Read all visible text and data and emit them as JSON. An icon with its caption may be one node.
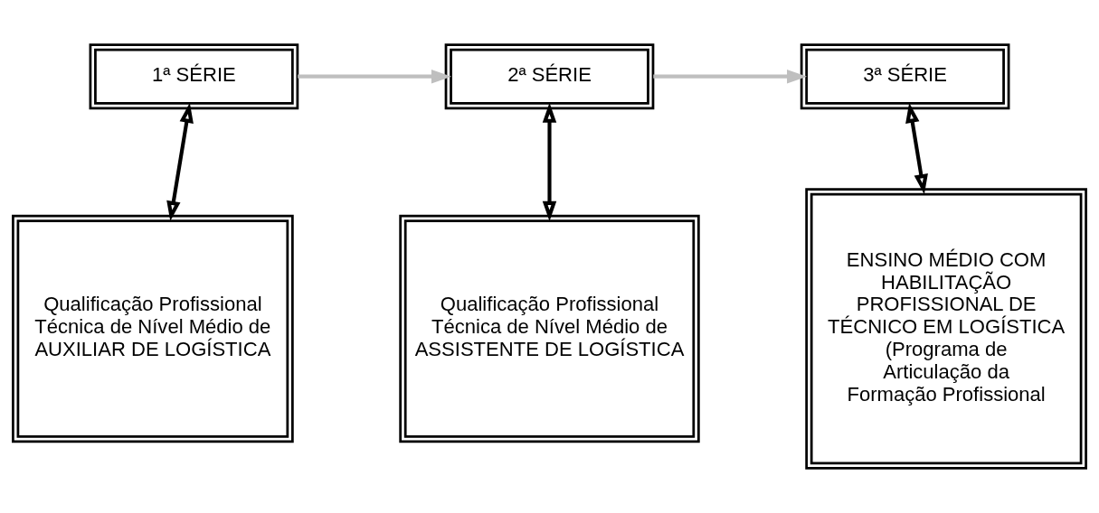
{
  "diagram": {
    "nodes": [
      {
        "text": [
          "1ª SÉRIE"
        ]
      },
      {
        "text": [
          "2ª SÉRIE"
        ]
      },
      {
        "text": [
          "3ª SÉRIE"
        ]
      },
      {
        "text": [
          "Qualificação Profissional Técnica de Nível Médio de AUXILIAR DE LOGÍSTICA"
        ]
      },
      {
        "text": [
          "Qualificação Profissional Técnica de Nível Médio de ASSISTENTE DE LOGÍSTICA"
        ]
      },
      {
        "text": [
          "ENSINO MÉDIO COM HABILITAÇÃO PROFISSIONAL DE TÉCNICO EM LOGÍSTICA (Programa de Articulação da Formação Profissional"
        ]
      }
    ],
    "edges": [
      {
        "from": 0,
        "to": 1,
        "arrow": "to",
        "color": "#bfbfbf"
      },
      {
        "from": 1,
        "to": 2,
        "arrow": "to",
        "color": "#bfbfbf"
      },
      {
        "from": 0,
        "to": 3,
        "arrow": "both"
      },
      {
        "from": 1,
        "to": 4,
        "arrow": "both"
      },
      {
        "from": 2,
        "to": 5,
        "arrow": "both"
      }
    ]
  }
}
